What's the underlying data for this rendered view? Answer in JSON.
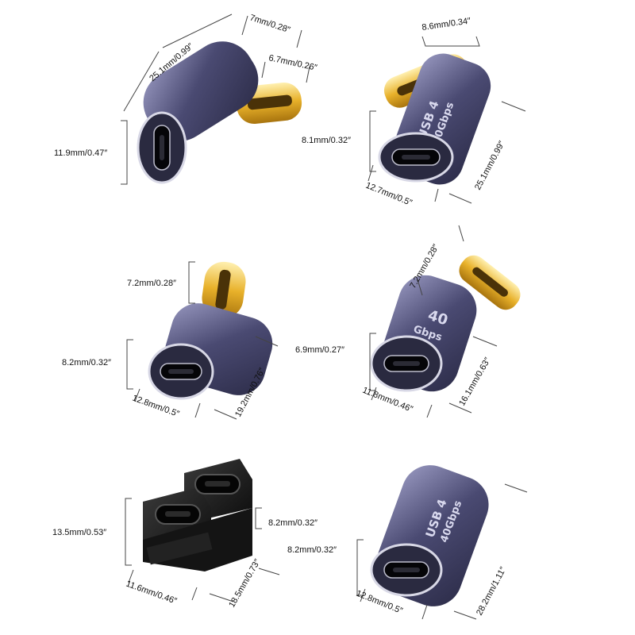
{
  "colors": {
    "housing": "#4a4a72",
    "housing_light": "#8a8ab4",
    "gold": "#e8b12a",
    "black": "#1a1a1a"
  },
  "adapters": [
    {
      "id": "a1",
      "dims": [
        "25.1mm/0.99″",
        "7mm/0.28″",
        "6.7mm/0.26″",
        "11.9mm/0.47″"
      ]
    },
    {
      "id": "a2",
      "brand": [
        "USB 4",
        "40Gbps"
      ],
      "dims": [
        "8.6mm/0.34″",
        "8.1mm/0.32″",
        "12.7mm/0.5″",
        "25.1mm/0.99″"
      ]
    },
    {
      "id": "a3",
      "dims": [
        "7.2mm/0.28″",
        "8.2mm/0.32″",
        "12.8mm/0.5″",
        "19.2mm/0.76″"
      ]
    },
    {
      "id": "a4",
      "brand": [
        "40",
        "Gbps"
      ],
      "dims": [
        "7.2mm/0.28″",
        "6.9mm/0.27″",
        "11.8mm/0.46″",
        "16.1mm/0.63″"
      ]
    },
    {
      "id": "a5",
      "dims": [
        "13.5mm/0.53″",
        "8.2mm/0.32″",
        "11.6mm/0.46″",
        "18.5mm/0.73″"
      ]
    },
    {
      "id": "a6",
      "brand": [
        "USB 4",
        "40Gbps"
      ],
      "dims": [
        "8.2mm/0.32″",
        "12.8mm/0.5″",
        "28.2mm/1.11″"
      ]
    }
  ]
}
